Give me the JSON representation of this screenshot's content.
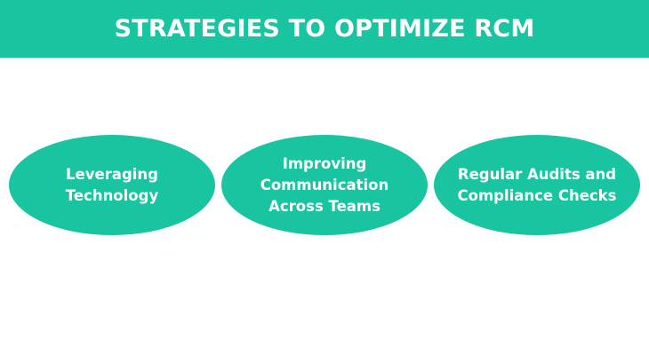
{
  "colors": {
    "accent": "#19C4A0",
    "text_on_accent": "#FFFFFF",
    "background": "#FFFFFF"
  },
  "header": {
    "title": "STRATEGIES TO OPTIMIZE RCM"
  },
  "strategies": [
    {
      "label": "Leveraging\nTechnology"
    },
    {
      "label": "Improving\nCommunication\nAcross Teams"
    },
    {
      "label": "Regular Audits and\nCompliance Checks"
    }
  ]
}
